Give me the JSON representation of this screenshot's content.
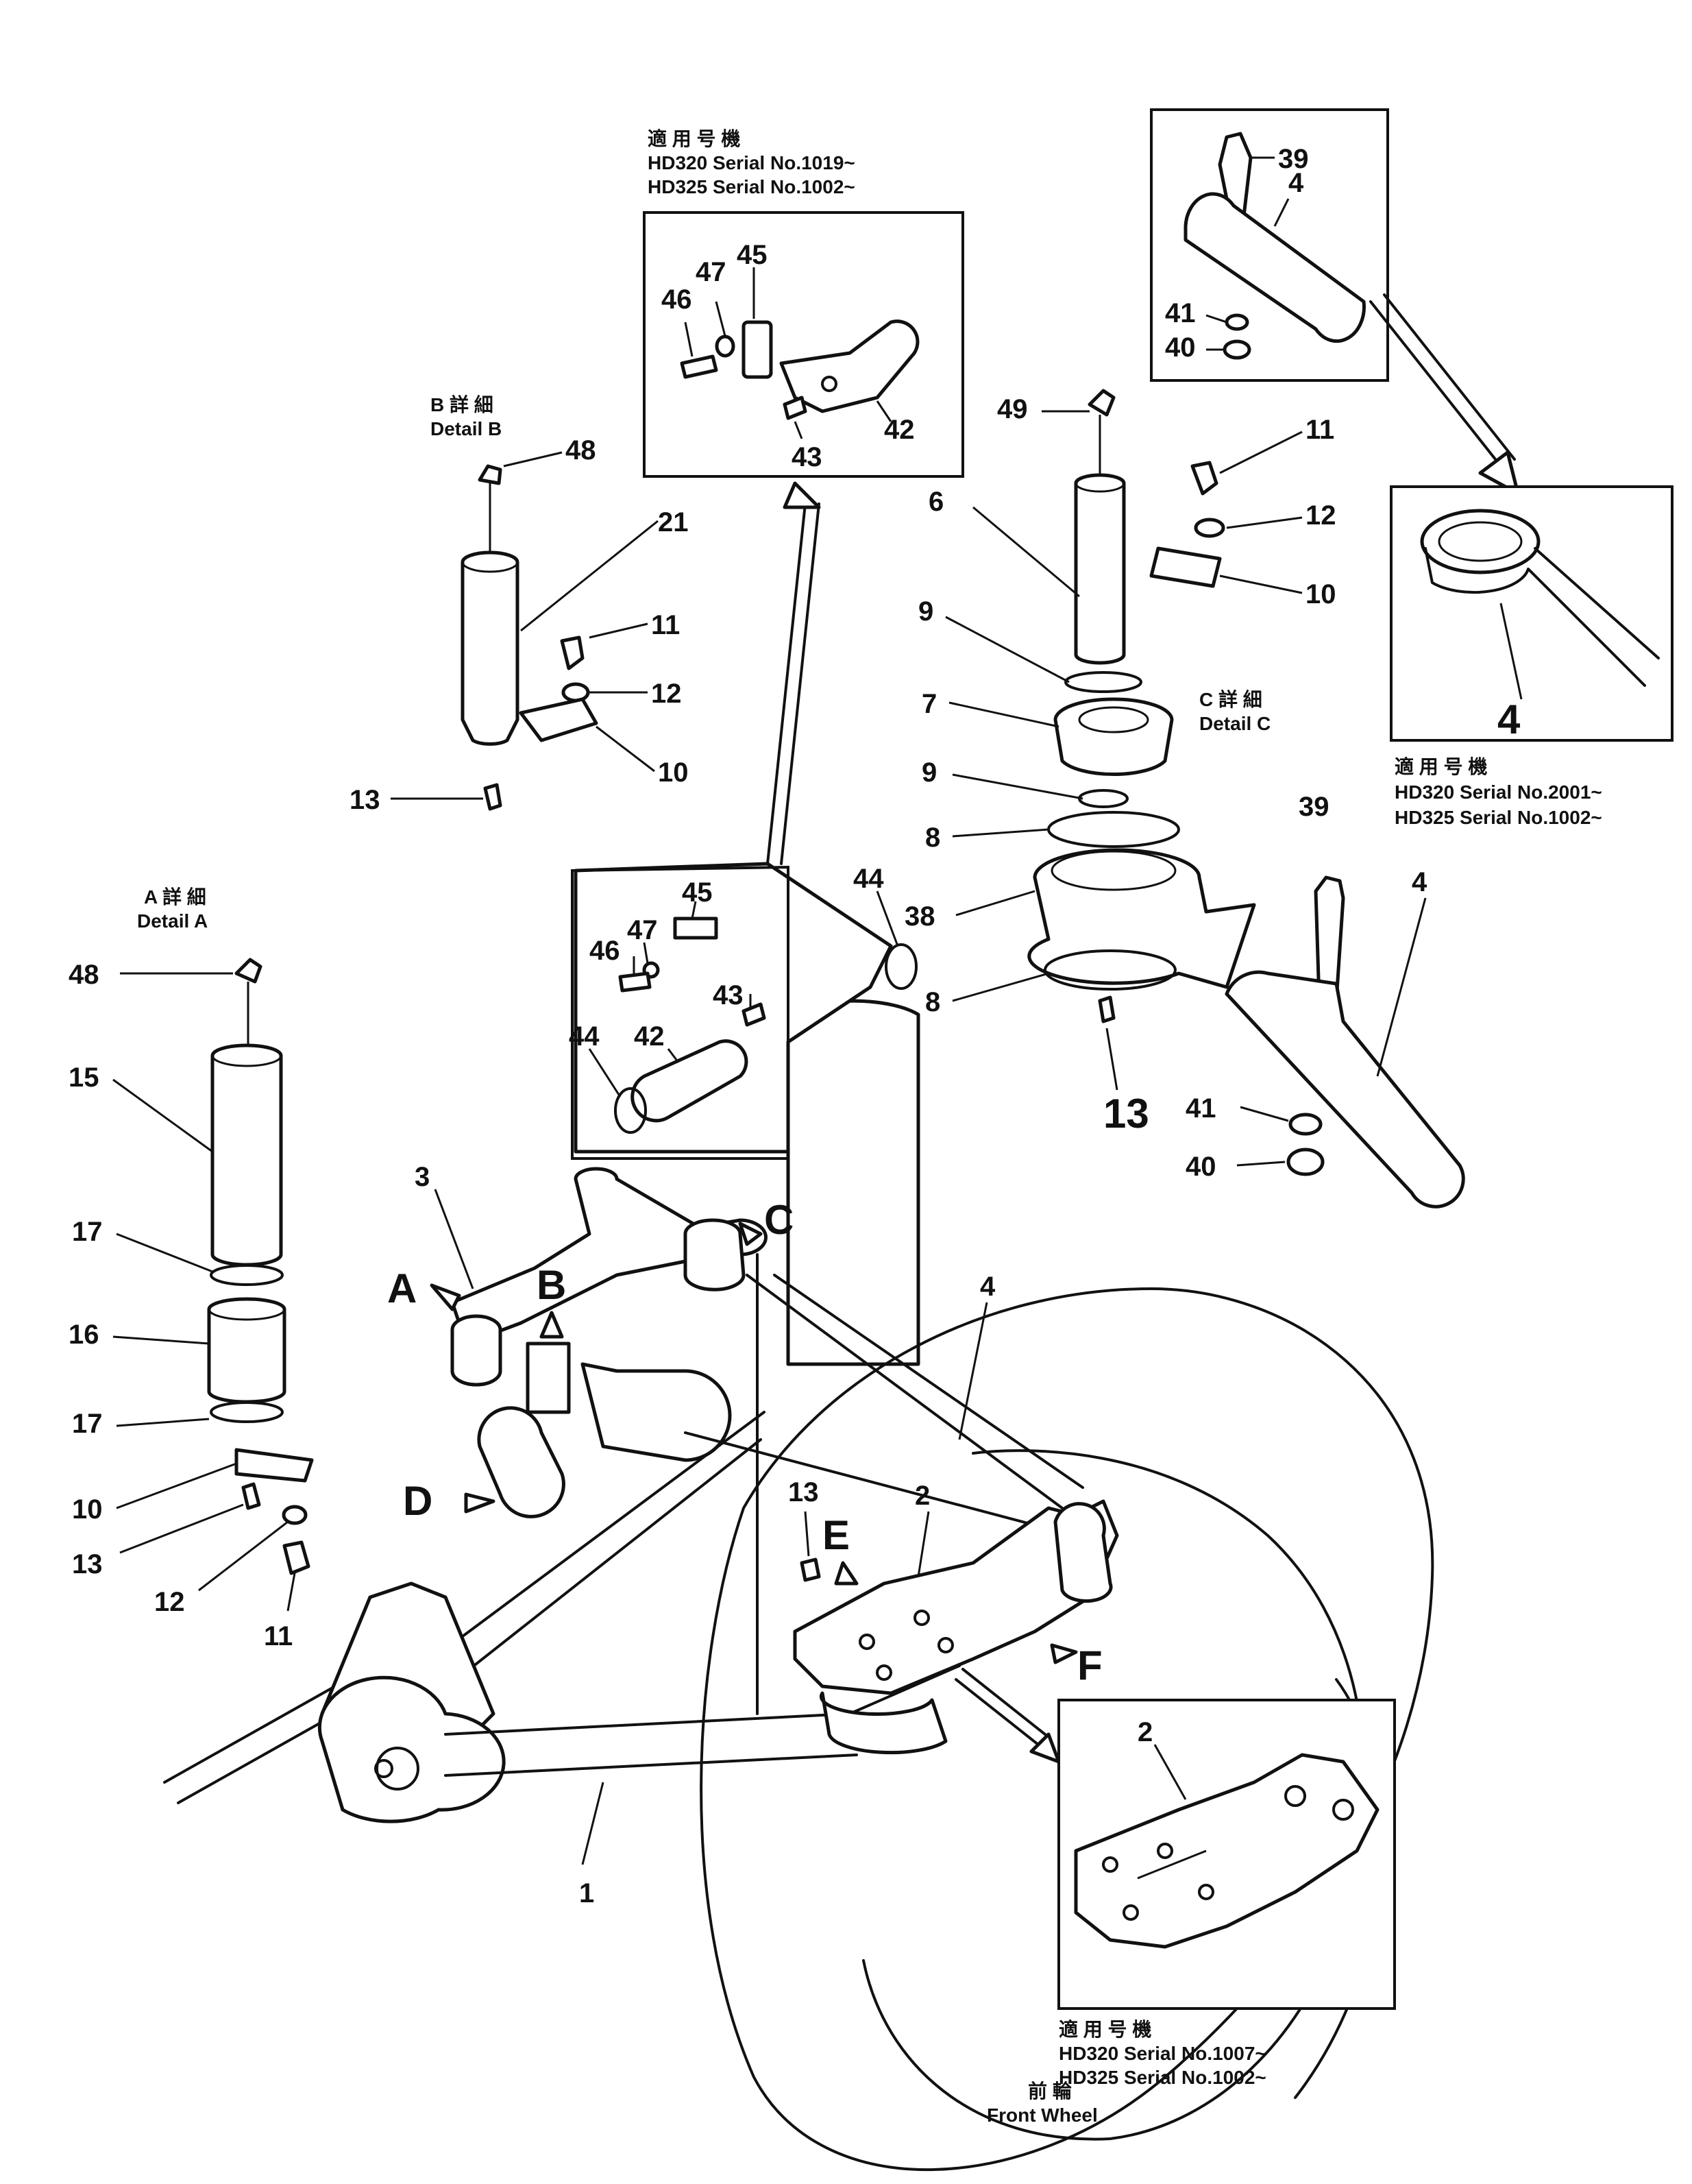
{
  "inset_serial_top": {
    "title": "適 用 号 機",
    "line1": "HD320 Serial No.1019~",
    "line2": "HD325 Serial No.1002~"
  },
  "inset_serial_right": {
    "title": "適 用 号 機",
    "line1": "HD320 Serial No.2001~",
    "line2": "HD325 Serial No.1002~"
  },
  "inset_serial_bottom": {
    "title": "適 用 号 機",
    "line1": "HD320 Serial No.1007~",
    "line2": "HD325 Serial No.1002~"
  },
  "detail_a": {
    "jp": "A 詳 細",
    "en": "Detail  A"
  },
  "detail_b": {
    "jp": "B 詳 細",
    "en": "Detail  B"
  },
  "detail_c": {
    "jp": "C 詳 細",
    "en": "Detail  C"
  },
  "front_wheel": {
    "jp": "前 輪",
    "en": "Front Wheel"
  },
  "view_letters": [
    "A",
    "B",
    "C",
    "D",
    "E",
    "F"
  ],
  "callouts": {
    "n1": "1",
    "n2a": "2",
    "n2b": "2",
    "n3": "3",
    "n4a": "4",
    "n4b": "4",
    "n4c": "4",
    "n4d": "4",
    "n6": "6",
    "n7": "7",
    "n8a": "8",
    "n8b": "8",
    "n9a": "9",
    "n9b": "9",
    "n10a": "10",
    "n10b": "10",
    "n10c": "10",
    "n11a": "11",
    "n11b": "11",
    "n11c": "11",
    "n12a": "12",
    "n12b": "12",
    "n12c": "12",
    "n13a": "13",
    "n13b": "13",
    "n13c": "13",
    "n13d": "13",
    "n15": "15",
    "n16": "16",
    "n17a": "17",
    "n17b": "17",
    "n21": "21",
    "n38": "38",
    "n39a": "39",
    "n39b": "39",
    "n40a": "40",
    "n40b": "40",
    "n41a": "41",
    "n41b": "41",
    "n42a": "42",
    "n42b": "42",
    "n43a": "43",
    "n43b": "43",
    "n44a": "44",
    "n44b": "44",
    "n45a": "45",
    "n45b": "45",
    "n46a": "46",
    "n46b": "46",
    "n47a": "47",
    "n47b": "47",
    "n48a": "48",
    "n48b": "48",
    "n49": "49"
  }
}
